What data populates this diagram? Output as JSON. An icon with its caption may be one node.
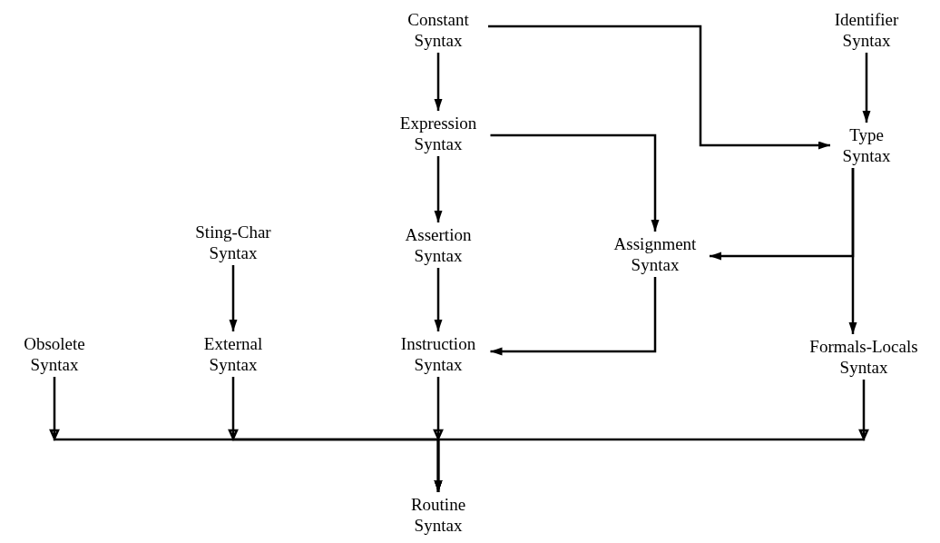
{
  "diagram": {
    "nodes": [
      {
        "text": [
          "Constant Syntax"
        ]
      },
      {
        "text": [
          "Identifier Syntax"
        ]
      },
      {
        "text": [
          "Expression Syntax"
        ]
      },
      {
        "text": [
          "Type Syntax"
        ]
      },
      {
        "text": [
          "Sting-Char Syntax"
        ]
      },
      {
        "text": [
          "Assertion Syntax"
        ]
      },
      {
        "text": [
          "Assignment Syntax"
        ]
      },
      {
        "text": [
          "Obsolete Syntax"
        ]
      },
      {
        "text": [
          "External Syntax"
        ]
      },
      {
        "text": [
          "Instruction Syntax"
        ]
      },
      {
        "text": [
          "Formals-Locals Syntax"
        ]
      },
      {
        "text": [
          "Routine Syntax"
        ]
      }
    ],
    "edges": [
      {
        "from": 0,
        "to": 2,
        "arrow": "to"
      },
      {
        "from": 0,
        "to": 3,
        "arrow": "to"
      },
      {
        "from": 1,
        "to": 3,
        "arrow": "to"
      },
      {
        "from": 2,
        "to": 5,
        "arrow": "to"
      },
      {
        "from": 2,
        "to": 6,
        "arrow": "to"
      },
      {
        "from": 3,
        "to": 6,
        "arrow": "to"
      },
      {
        "from": 3,
        "to": 10,
        "arrow": "to"
      },
      {
        "from": 4,
        "to": 8,
        "arrow": "to"
      },
      {
        "from": 5,
        "to": 9,
        "arrow": "to"
      },
      {
        "from": 6,
        "to": 9,
        "arrow": "to"
      },
      {
        "from": 7,
        "to": 11,
        "arrow": "to"
      },
      {
        "from": 8,
        "to": 11,
        "arrow": "to"
      },
      {
        "from": 9,
        "to": 11,
        "arrow": "to"
      },
      {
        "from": 10,
        "to": 11,
        "arrow": "to"
      }
    ]
  }
}
